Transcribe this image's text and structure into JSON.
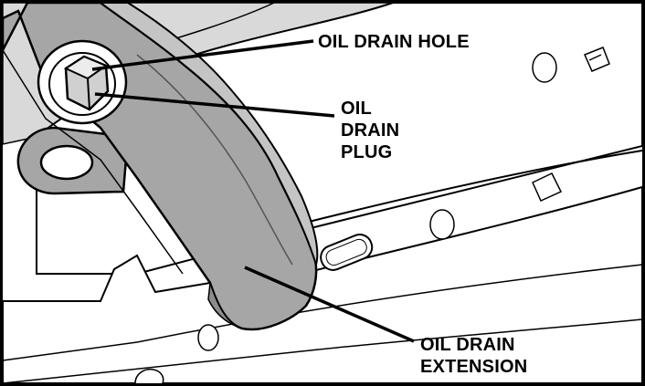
{
  "callouts": {
    "oil_drain_hole": [
      "OIL DRAIN HOLE"
    ],
    "oil_drain_plug": [
      "OIL",
      "DRAIN",
      "PLUG"
    ],
    "oil_drain_extension": [
      "OIL DRAIN",
      "EXTENSION"
    ]
  },
  "colors": {
    "outline": "#000000",
    "panel": "#ffffff",
    "shadow_grey": "#d9d9d9",
    "bracket_grey": "#a6a6a6",
    "bracket_light": "#c4c4c4",
    "bracket_dark": "#8c8c8c"
  }
}
